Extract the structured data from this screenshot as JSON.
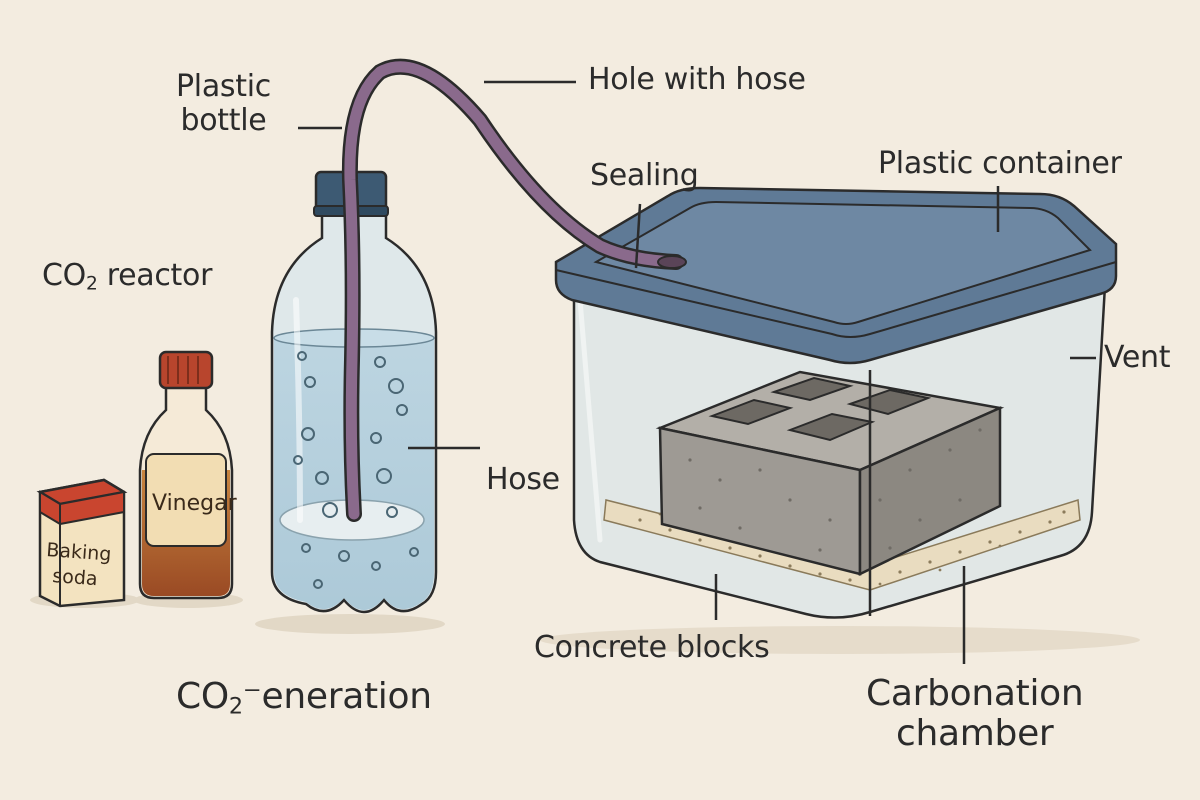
{
  "labels": {
    "plastic_bottle": "Plastic\nbottle",
    "hole_with_hose": "Hole with hose",
    "sealing": "Sealing",
    "plastic_container": "Plastic container",
    "co2_reactor_prefix": "CO",
    "co2_reactor_sub": "2",
    "co2_reactor_suffix": " reactor",
    "vent": "Vent",
    "hose": "Hose",
    "concrete_blocks": "Concrete blocks",
    "co2_generation_prefix": "CO",
    "co2_generation_sub": "2",
    "co2_generation_suffix": "⁻eneration",
    "carbonation_chamber": "Carbonation\nchamber"
  },
  "items": {
    "vinegar": "Vinegar",
    "baking_soda_line1": "Baking",
    "baking_soda_line2": "soda"
  },
  "colors": {
    "background": "#f3ece0",
    "lid": "#5f7a96",
    "hose": "#8a6a8c",
    "bottle_cap": "#3d5a73",
    "vinegar_cap": "#b8452d",
    "soda_box": "#c9452f",
    "concrete": "#9e9a94",
    "sand": "#e9dcc0"
  }
}
